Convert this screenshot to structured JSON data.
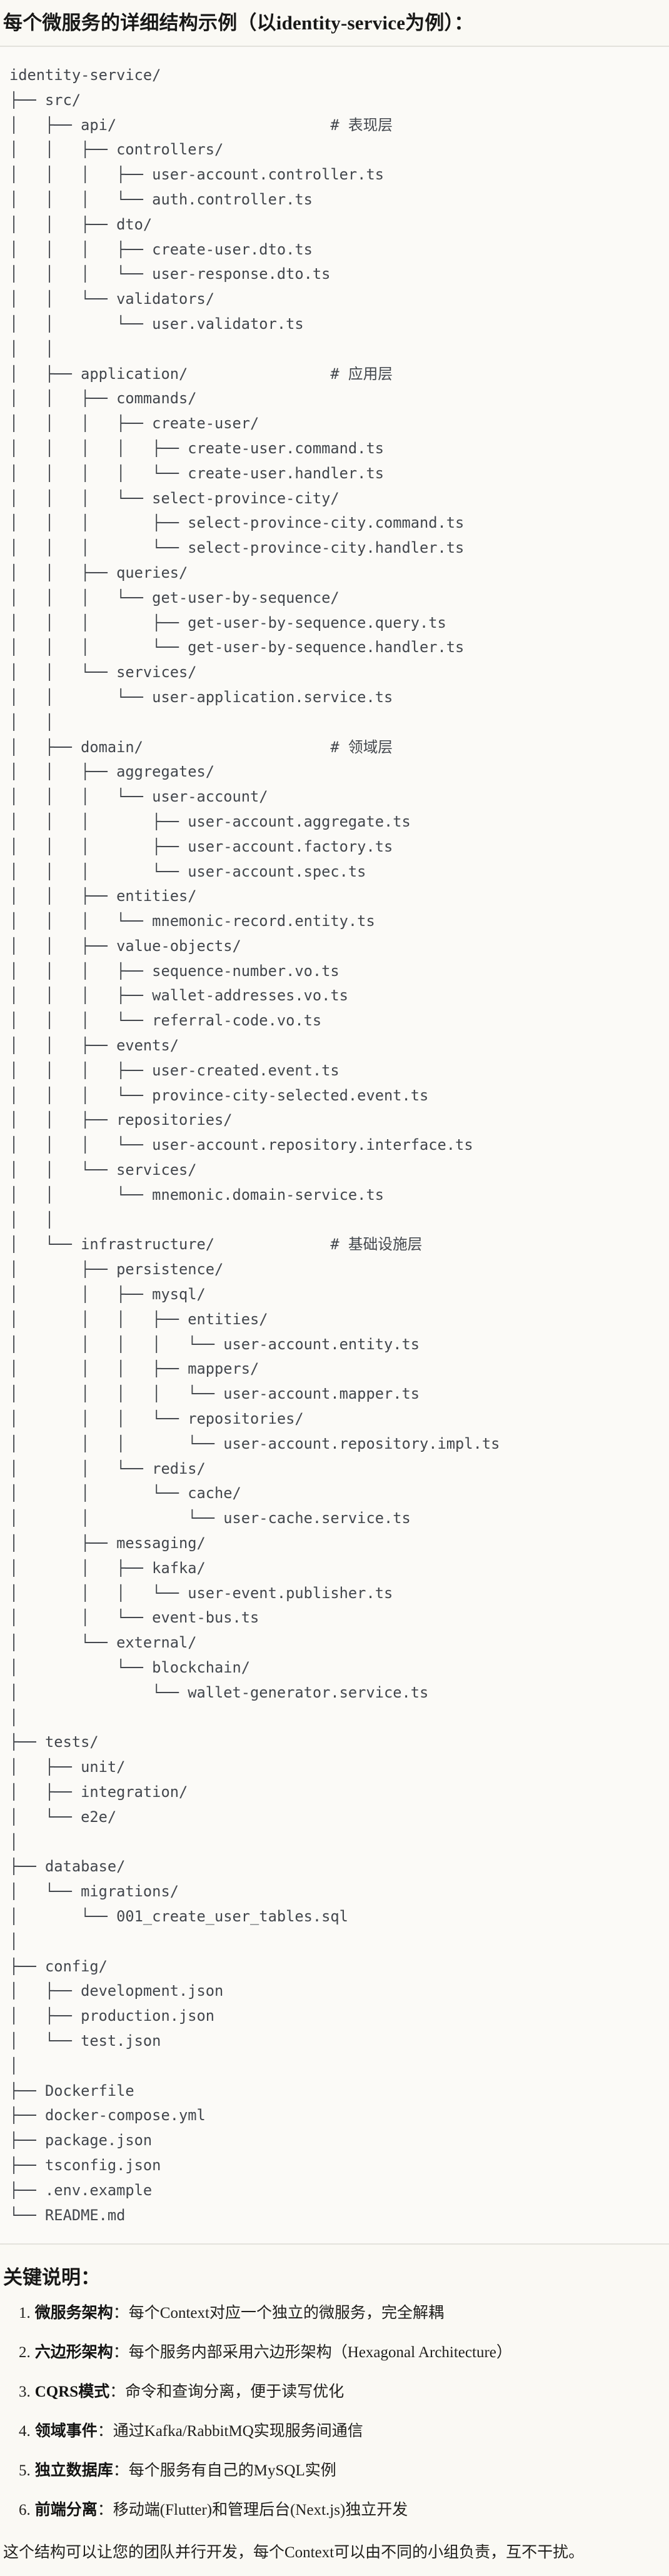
{
  "page": {
    "title": "每个微服务的详细结构示例（以identity-service为例）："
  },
  "tree": {
    "lines": [
      "identity-service/",
      "├── src/",
      "│   ├── api/                        # 表现层",
      "│   │   ├── controllers/",
      "│   │   │   ├── user-account.controller.ts",
      "│   │   │   └── auth.controller.ts",
      "│   │   ├── dto/",
      "│   │   │   ├── create-user.dto.ts",
      "│   │   │   └── user-response.dto.ts",
      "│   │   └── validators/",
      "│   │       └── user.validator.ts",
      "│   │",
      "│   ├── application/                # 应用层",
      "│   │   ├── commands/",
      "│   │   │   ├── create-user/",
      "│   │   │   │   ├── create-user.command.ts",
      "│   │   │   │   └── create-user.handler.ts",
      "│   │   │   └── select-province-city/",
      "│   │   │       ├── select-province-city.command.ts",
      "│   │   │       └── select-province-city.handler.ts",
      "│   │   ├── queries/",
      "│   │   │   └── get-user-by-sequence/",
      "│   │   │       ├── get-user-by-sequence.query.ts",
      "│   │   │       └── get-user-by-sequence.handler.ts",
      "│   │   └── services/",
      "│   │       └── user-application.service.ts",
      "│   │",
      "│   ├── domain/                     # 领域层",
      "│   │   ├── aggregates/",
      "│   │   │   └── user-account/",
      "│   │   │       ├── user-account.aggregate.ts",
      "│   │   │       ├── user-account.factory.ts",
      "│   │   │       └── user-account.spec.ts",
      "│   │   ├── entities/",
      "│   │   │   └── mnemonic-record.entity.ts",
      "│   │   ├── value-objects/",
      "│   │   │   ├── sequence-number.vo.ts",
      "│   │   │   ├── wallet-addresses.vo.ts",
      "│   │   │   └── referral-code.vo.ts",
      "│   │   ├── events/",
      "│   │   │   ├── user-created.event.ts",
      "│   │   │   └── province-city-selected.event.ts",
      "│   │   ├── repositories/",
      "│   │   │   └── user-account.repository.interface.ts",
      "│   │   └── services/",
      "│   │       └── mnemonic.domain-service.ts",
      "│   │",
      "│   └── infrastructure/             # 基础设施层",
      "│       ├── persistence/",
      "│       │   ├── mysql/",
      "│       │   │   ├── entities/",
      "│       │   │   │   └── user-account.entity.ts",
      "│       │   │   ├── mappers/",
      "│       │   │   │   └── user-account.mapper.ts",
      "│       │   │   └── repositories/",
      "│       │   │       └── user-account.repository.impl.ts",
      "│       │   └── redis/",
      "│       │       └── cache/",
      "│       │           └── user-cache.service.ts",
      "│       ├── messaging/",
      "│       │   ├── kafka/",
      "│       │   │   └── user-event.publisher.ts",
      "│       │   └── event-bus.ts",
      "│       └── external/",
      "│           └── blockchain/",
      "│               └── wallet-generator.service.ts",
      "│",
      "├── tests/",
      "│   ├── unit/",
      "│   ├── integration/",
      "│   └── e2e/",
      "│",
      "├── database/",
      "│   └── migrations/",
      "│       └── 001_create_user_tables.sql",
      "│",
      "├── config/",
      "│   ├── development.json",
      "│   ├── production.json",
      "│   └── test.json",
      "│",
      "├── Dockerfile",
      "├── docker-compose.yml",
      "├── package.json",
      "├── tsconfig.json",
      "├── .env.example",
      "└── README.md"
    ]
  },
  "notes": {
    "heading": "关键说明：",
    "items": [
      {
        "num": "1.",
        "label": "微服务架构",
        "colon": "：",
        "text": "每个Context对应一个独立的微服务，完全解耦"
      },
      {
        "num": "2.",
        "label": "六边形架构",
        "colon": "：",
        "text": "每个服务内部采用六边形架构（Hexagonal Architecture）"
      },
      {
        "num": "3.",
        "label": "CQRS模式",
        "colon": "：",
        "text": "命令和查询分离，便于读写优化"
      },
      {
        "num": "4.",
        "label": "领域事件",
        "colon": "：",
        "text": "通过Kafka/RabbitMQ实现服务间通信"
      },
      {
        "num": "5.",
        "label": "独立数据库",
        "colon": "：",
        "text": "每个服务有自己的MySQL实例"
      },
      {
        "num": "6.",
        "label": "前端分离",
        "colon": "：",
        "text": "移动端(Flutter)和管理后台(Next.js)独立开发"
      }
    ],
    "closing": "这个结构可以让您的团队并行开发，每个Context可以由不同的小组负责，互不干扰。"
  }
}
